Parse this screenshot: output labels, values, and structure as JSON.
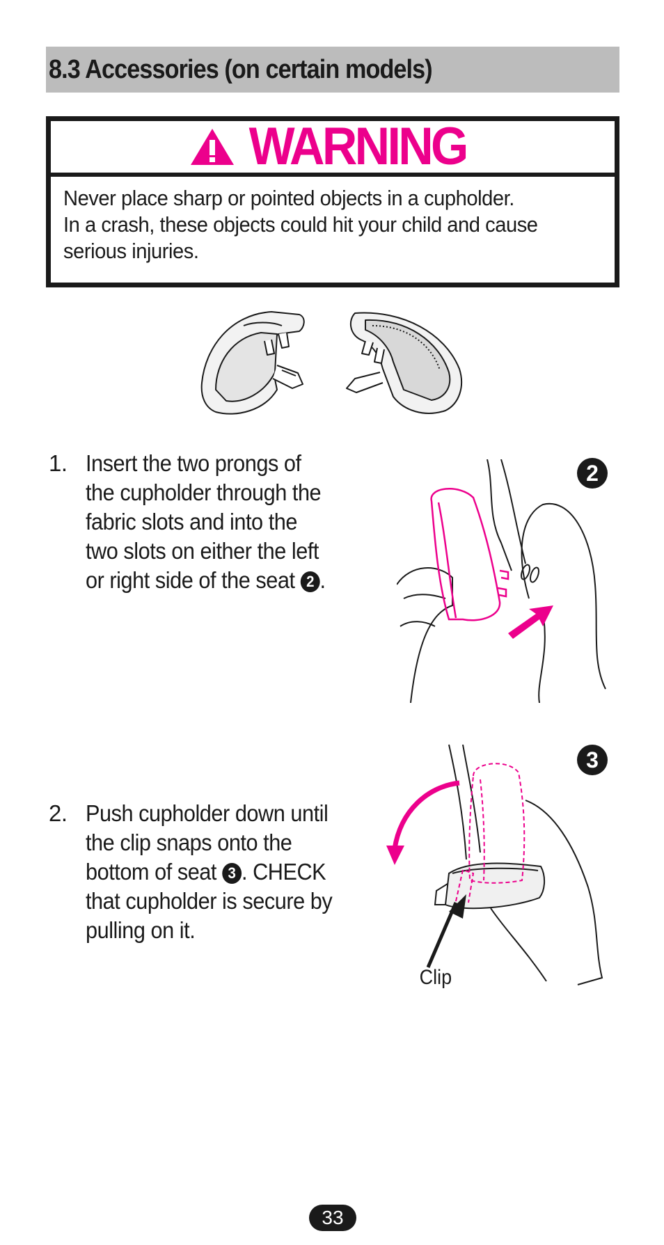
{
  "section": {
    "title": "8.3 Accessories (on certain models)"
  },
  "warning": {
    "heading": "WARNING",
    "lines": [
      "Never place sharp or pointed objects in a cupholder.",
      "In a crash, these objects could hit your child and cause",
      "serious injuries."
    ]
  },
  "steps": [
    {
      "number": "1.",
      "lines": [
        "Insert the two prongs of",
        "the cupholder through the",
        "fabric slots and into the",
        "two slots on either the left"
      ],
      "last_line_prefix": "or right side of the seat ",
      "badge": "2",
      "last_line_suffix": "."
    },
    {
      "number": "2.",
      "lines": [
        "Push cupholder down until",
        "the clip snaps onto the"
      ],
      "mid_line_prefix": "bottom of seat ",
      "badge": "3",
      "mid_line_suffix": ". CHECK",
      "after_lines": [
        "that cupholder is secure by",
        "pulling on it."
      ]
    }
  ],
  "figures": [
    {
      "badge": "2"
    },
    {
      "badge": "3",
      "label": "Clip"
    }
  ],
  "page_number": "33",
  "colors": {
    "accent": "#ec008c",
    "header_bg": "#bcbcbc",
    "ink": "#1a1a1a"
  }
}
